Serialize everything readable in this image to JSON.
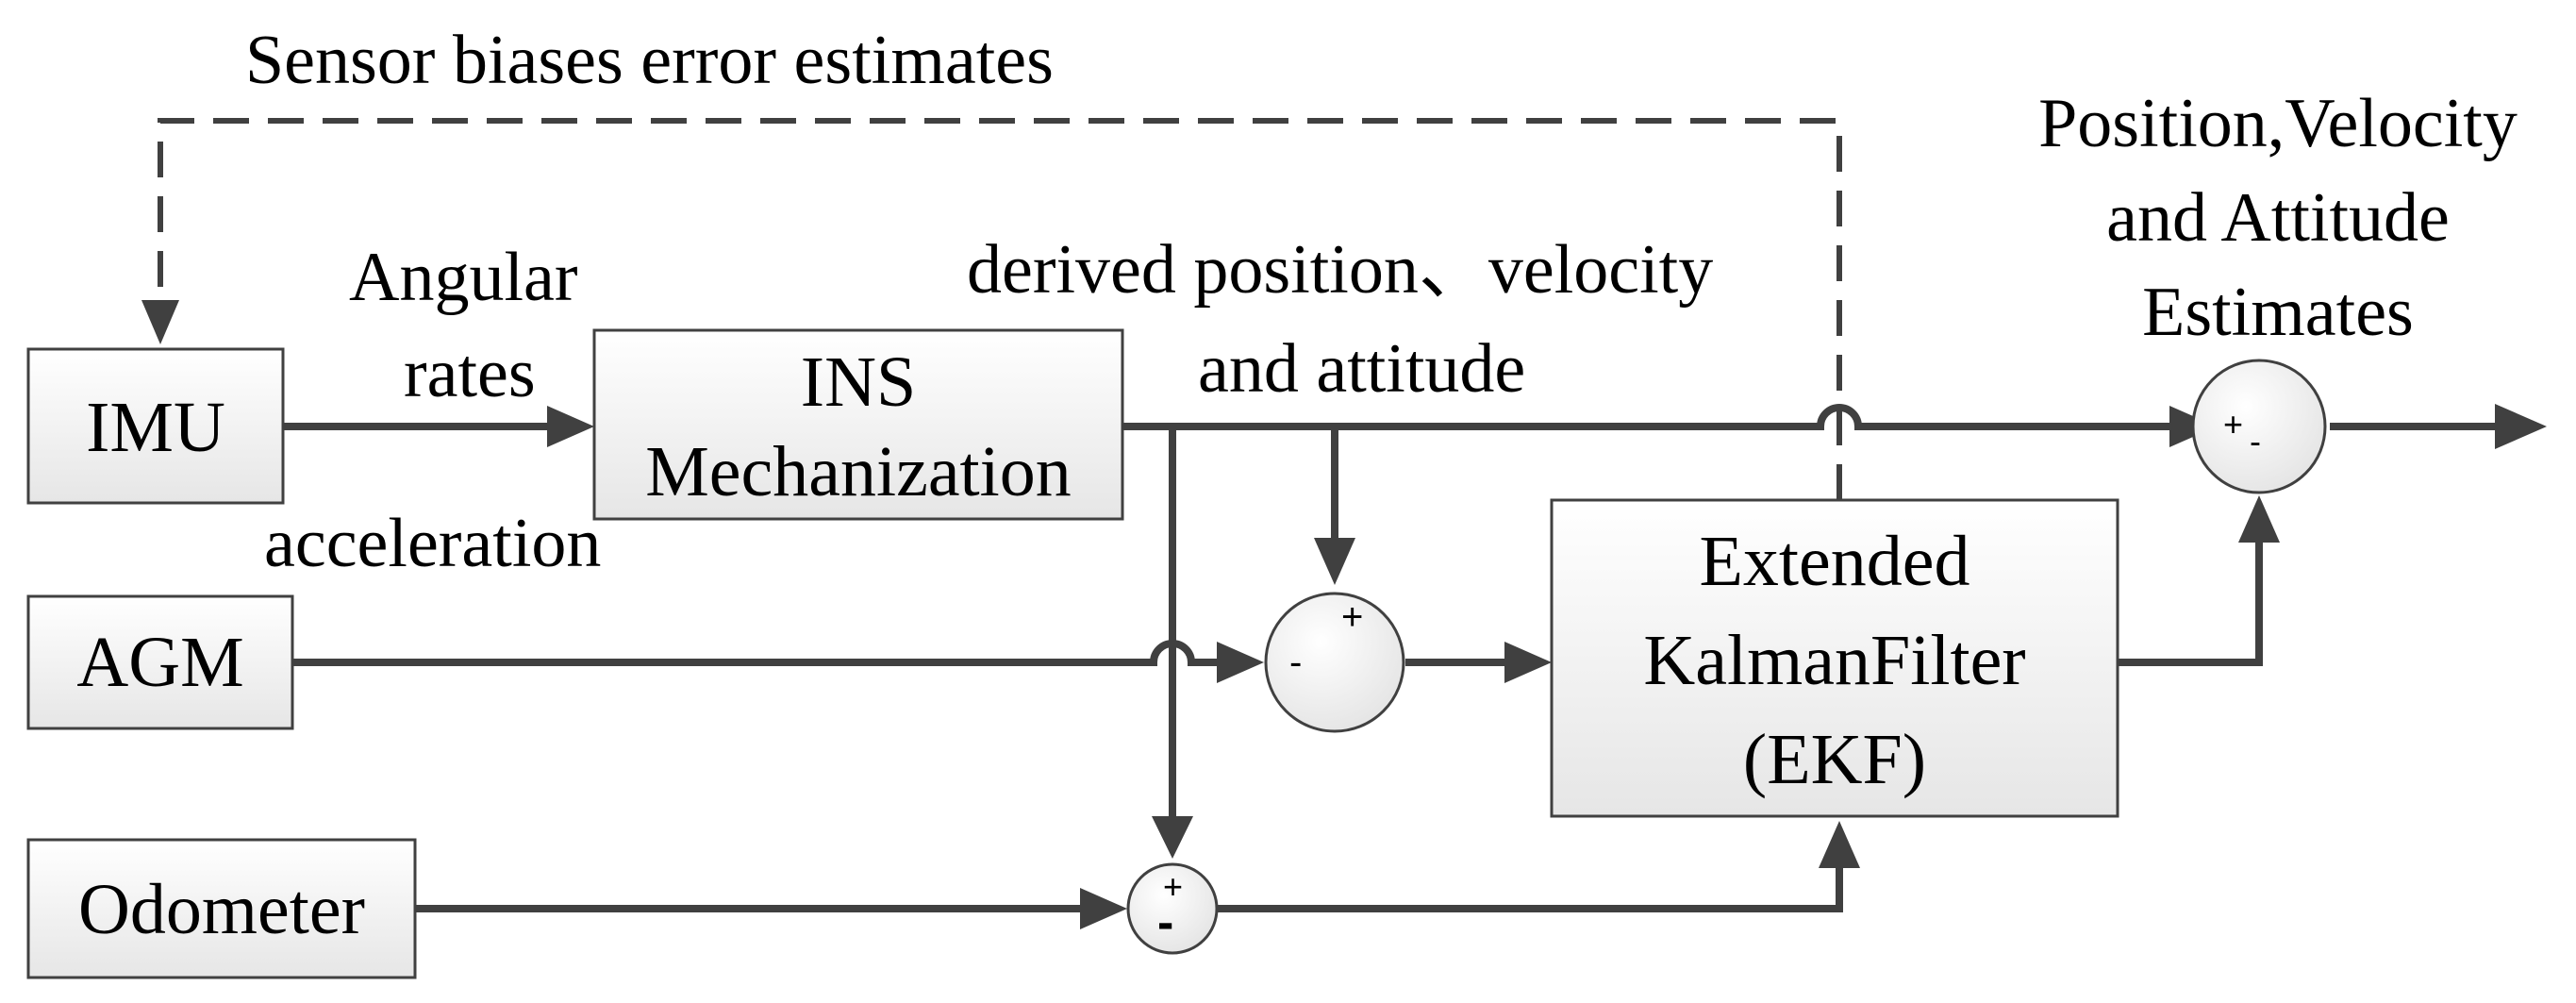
{
  "blocks": {
    "imu": "IMU",
    "agm": "AGM",
    "odometer": "Odometer",
    "ins": [
      "INS",
      "Mechanization"
    ],
    "ekf": [
      "Extended",
      "KalmanFilter",
      "(EKF)"
    ]
  },
  "labels": {
    "sensor_biases": "Sensor biases error estimates",
    "angular_rates": [
      "Angular",
      "rates"
    ],
    "acceleration": "acceleration",
    "derived": [
      "derived position、velocity",
      "and attitude"
    ],
    "output": [
      "Position,Velocity",
      "and Attitude",
      "Estimates"
    ]
  },
  "signs": {
    "plus": "+",
    "minus": "-"
  }
}
